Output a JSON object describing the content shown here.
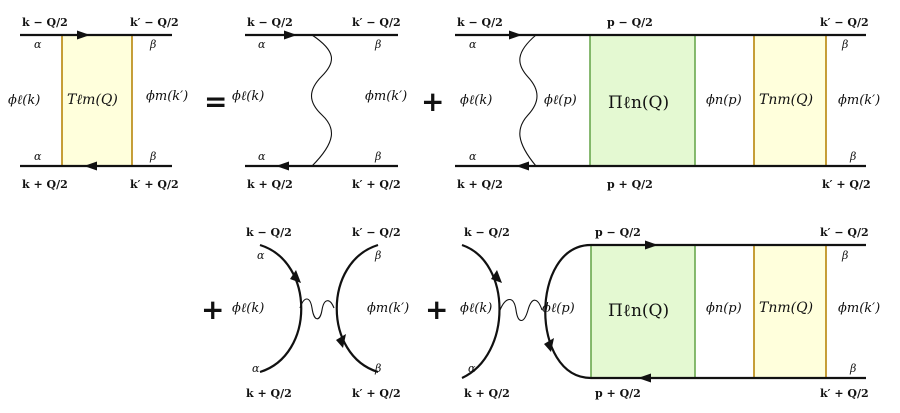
{
  "colors": {
    "t_box_fill": "#ffffdc",
    "t_box_edge": "#b8860b",
    "pi_box_fill": "#e4f9d2",
    "pi_box_edge": "#6aa84f",
    "line": "#111111"
  },
  "operators": {
    "equals": "=",
    "plus": "+"
  },
  "labels": {
    "k_minus": "k − Q/2",
    "kp_minus": "k′ − Q/2",
    "k_plus": "k + Q/2",
    "kp_plus": "k′ + Q/2",
    "p_minus": "p − Q/2",
    "p_plus": "p + Q/2",
    "alpha": "α",
    "beta": "β",
    "phi_l_k": "ϕℓ(k)",
    "phi_m_kp": "ϕm(k′)",
    "phi_l_p": "ϕℓ(p)",
    "phi_n_p": "ϕn(p)",
    "T_lm": "Tℓm(Q)",
    "T_nm": "Tnm(Q)",
    "Pi_ln": "Πℓn(Q)"
  }
}
